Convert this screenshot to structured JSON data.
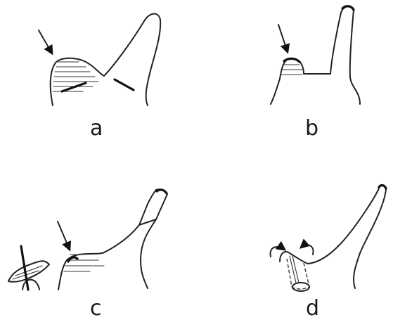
{
  "panels": [
    {
      "id": "a",
      "label": "a"
    },
    {
      "id": "b",
      "label": "b"
    },
    {
      "id": "c",
      "label": "c"
    },
    {
      "id": "d",
      "label": "d"
    }
  ],
  "colors": {
    "ink": "#222222",
    "background": "#ffffff"
  }
}
